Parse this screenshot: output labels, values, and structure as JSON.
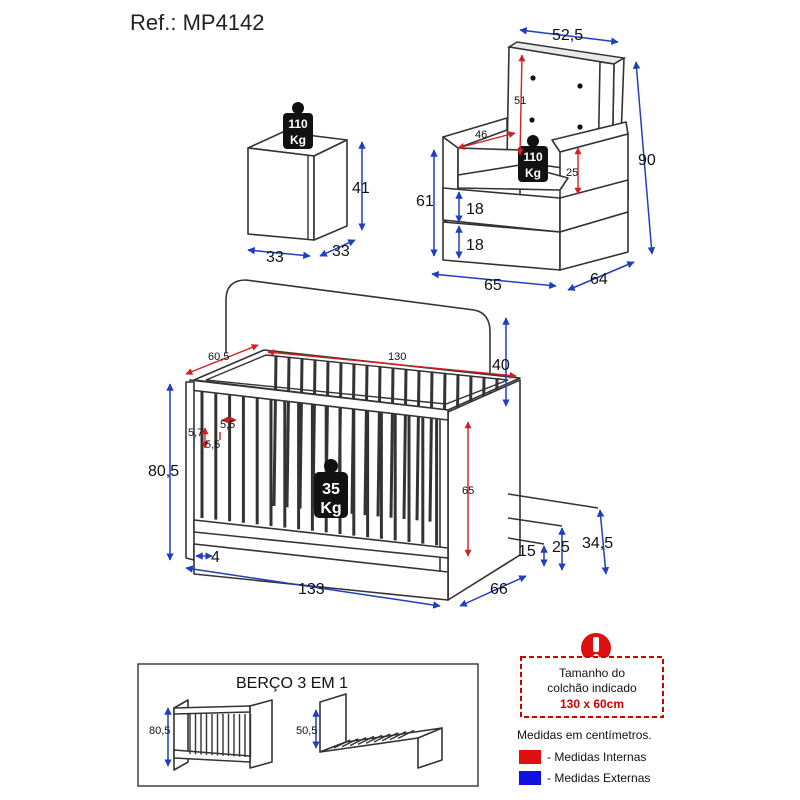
{
  "header": {
    "reference": "Ref.: MP4142"
  },
  "nightstand": {
    "weight_top": "110",
    "weight_bottom": "Kg",
    "height": "41",
    "width": "33",
    "depth": "33"
  },
  "armchair": {
    "top_width": "52,5",
    "height": "90",
    "back_height": "51",
    "seat_width": "46",
    "arm_height": "25",
    "seat_height": "61",
    "cushion_upper": "18",
    "cushion_lower": "18",
    "width": "65",
    "depth": "64",
    "weight_top": "110",
    "weight_bottom": "Kg"
  },
  "crib": {
    "inner_depth": "60,5",
    "inner_length": "130",
    "headboard_extra": "40",
    "height": "80,5",
    "slat_gap_a": "5,7",
    "slat_gap_b": "5,5",
    "slat_gap_c": "5,5",
    "inner_height": "65",
    "base_offset": "4",
    "length": "133",
    "depth": "66",
    "level_1": "15",
    "level_2": "25",
    "level_3": "34,5",
    "weight_top": "35",
    "weight_bottom": "Kg"
  },
  "inset": {
    "title": "BERÇO 3 EM 1",
    "crib_height": "80,5",
    "bed_height": "50,5"
  },
  "mattress_note": {
    "line1": "Tamanho do",
    "line2": "colchão indicado",
    "size": "130 x 60cm"
  },
  "legend": {
    "caption": "Medidas em centímetros.",
    "internal_label": "- Medidas Internas",
    "external_label": "- Medidas Externas",
    "internal_color": "#e01010",
    "external_color": "#1010e0"
  },
  "icons": {
    "weight": "weight-icon",
    "warning": "exclamation-icon"
  }
}
